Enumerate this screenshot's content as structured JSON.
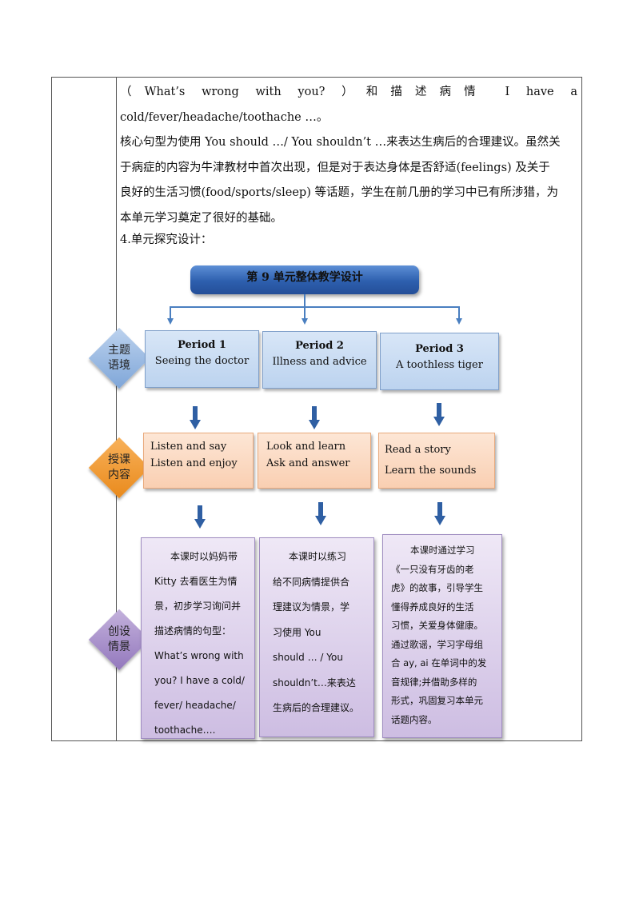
{
  "intro": {
    "lines": [
      "（What’s wrong with you? ）和描述病情 I have a cold/fever/headache/toothache …。",
      "核心句型为使用 You should …/ You shouldn’t …来表达生病后的合理建议。虽然关",
      "于病症的内容为牛津教材中首次出现，但是对于表达身体是否舒适(feelings) 及关于",
      "良好的生活习惯(food/sports/sleep) 等话题，学生在前几册的学习中已有所涉猎，为",
      "本单元学习奠定了很好的基础。"
    ]
  },
  "section_heading": "4.单元探究设计：",
  "diagram": {
    "title": "第 9 单元整体教学设计",
    "rows": [
      {
        "label_lines": [
          "主题",
          "语境"
        ],
        "color": "#8fb3e0"
      },
      {
        "label_lines": [
          "授课",
          "内容"
        ],
        "color": "#f0962d"
      },
      {
        "label_lines": [
          "创设",
          "情景"
        ],
        "color": "#a58bc9"
      }
    ],
    "periods": [
      {
        "title": "Period 1",
        "subtitle": "Seeing the doctor"
      },
      {
        "title": "Period 2",
        "subtitle": "Illness and advice"
      },
      {
        "title": "Period 3",
        "subtitle": "A toothless tiger"
      }
    ],
    "contents": [
      {
        "lines": [
          "Listen and say",
          "Listen and enjoy"
        ]
      },
      {
        "lines": [
          "Look and learn",
          "Ask and answer"
        ]
      },
      {
        "lines": [
          "Read a story",
          "Learn the sounds"
        ]
      }
    ],
    "scenes": [
      {
        "lines": [
          "本课时以妈妈带",
          "Kitty 去看医生为情",
          "景，初步学习询问并",
          "描述病情的句型：",
          "What’s wrong with",
          "you? I have a cold/",
          "fever/ headache/",
          "toothache…."
        ]
      },
      {
        "lines": [
          "本课时以练习",
          "给不同病情提供合",
          "理建议为情景，学",
          "习使用 You",
          "should … / You",
          "shouldn’t…来表达",
          "生病后的合理建议。"
        ]
      },
      {
        "lines": [
          "本课时通过学习",
          "《一只没有牙齿的老",
          "虎》的故事，引导学生",
          "懂得养成良好的生活",
          "习惯，关爱身体健康。",
          "通过歌谣，学习字母组",
          "合 ay, ai 在单词中的发",
          "音规律;并借助多样的",
          "形式，巩固复习本单元",
          "话题内容。"
        ]
      }
    ]
  }
}
